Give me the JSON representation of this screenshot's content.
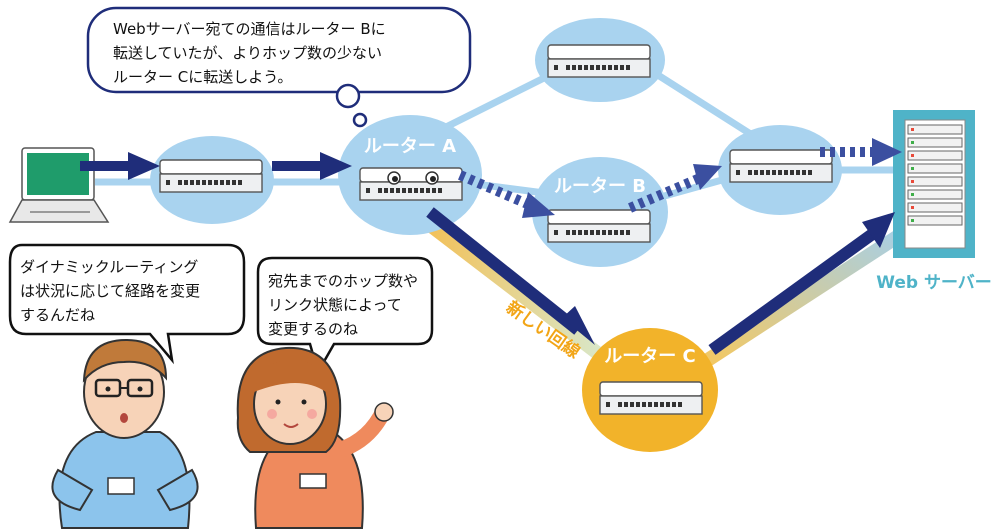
{
  "speech": {
    "top_lines": [
      "Webサーバー宛ての通信はルーター Bに",
      "転送していたが、よりホップ数の少ない",
      "ルーター Cに転送しよう。"
    ],
    "man_lines": [
      "ダイナミックルーティング",
      "は状況に応じて経路を変更",
      "するんだね"
    ],
    "woman_lines": [
      "宛先までのホップ数や",
      "リンク状態によって",
      "変更するのね"
    ]
  },
  "labels": {
    "router_a": "ルーター A",
    "router_b": "ルーター B",
    "router_c": "ルーター C",
    "web_server": "Web サーバー",
    "new_line": "新しい回線"
  },
  "colors": {
    "router_node": "#a9d3ef",
    "router_c_node": "#f2b32a",
    "flow_arrow": "#1f2d7a",
    "link_line": "#a9d3ef",
    "server_label": "#4fb3c8",
    "new_line_label": "#f2a516"
  }
}
